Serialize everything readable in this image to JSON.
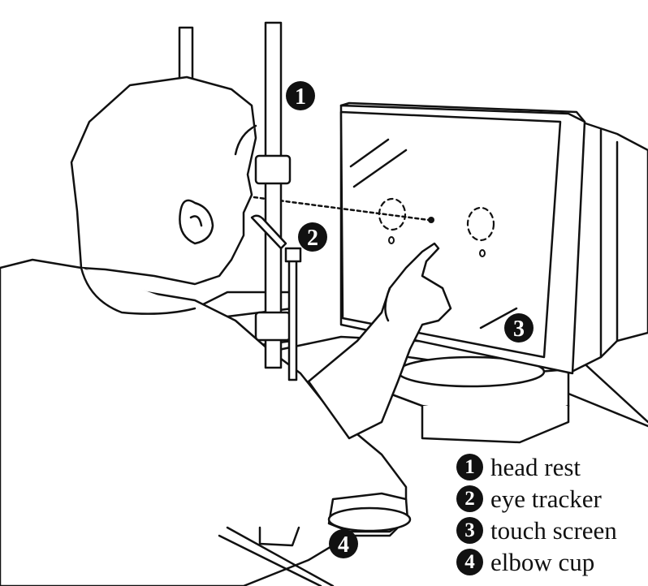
{
  "figure": {
    "markers": [
      {
        "number": "1",
        "label": "head rest"
      },
      {
        "number": "2",
        "label": "eye tracker"
      },
      {
        "number": "3",
        "label": "touch screen"
      },
      {
        "number": "4",
        "label": "elbow cup"
      }
    ]
  },
  "colors": {
    "line": "#111111",
    "fill": "#ffffff"
  }
}
